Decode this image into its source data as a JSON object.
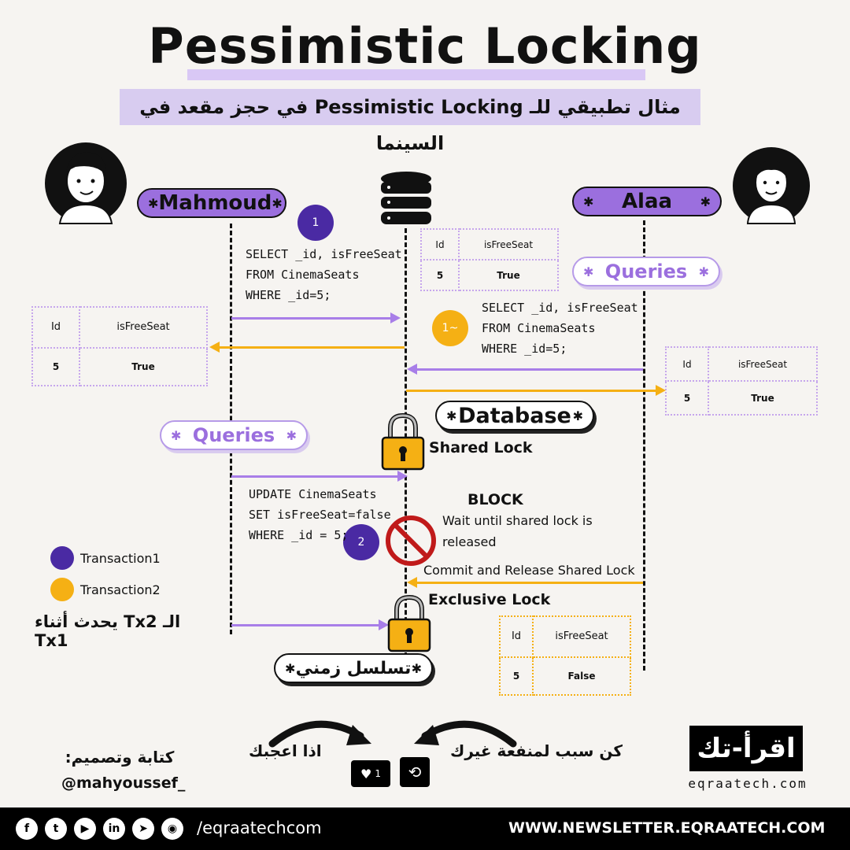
{
  "header": {
    "title": "Pessimistic Locking",
    "subtitle": "مثال تطبيقي للـ Pessimistic Locking في حجز مقعد في السينما"
  },
  "actors": {
    "left": {
      "name": "Mahmoud"
    },
    "right": {
      "name": "Alaa"
    }
  },
  "labels": {
    "queries": "Queries",
    "database": "Database",
    "shared_lock": "Shared Lock",
    "exclusive_lock": "Exclusive Lock",
    "block": "BLOCK",
    "wait_text": "Wait until shared lock is released",
    "commit_text": "Commit and Release Shared Lock",
    "timeline": "تسلسل زمني",
    "tx2_during_tx1": "الـ Tx2 يحدث أثناء Tx1"
  },
  "steps": {
    "step1": "1",
    "step1b": "1~",
    "step2": "2"
  },
  "queries": {
    "select_lines": [
      "SELECT _id, isFreeSeat",
      "FROM CinemaSeats",
      "WHERE _id=5;"
    ],
    "update_lines": [
      "UPDATE CinemaSeats",
      "SET isFreeSeat=false",
      "WHERE _id = 5;"
    ]
  },
  "tables": {
    "header_id": "Id",
    "header_free": "isFreeSeat",
    "row_id": "5",
    "true_value": "True",
    "false_value": "False"
  },
  "legend": {
    "tx1": "Transaction1",
    "tx2": "Transaction2"
  },
  "bottom": {
    "if_liked": "اذا اعجبك",
    "be_useful": "كن سبب لمنفعة غيرك",
    "like_count": "1",
    "credit_label": "كتابة وتصميم:",
    "credit_handle": "@mahyoussef_",
    "brand_logo": "اقرأ-تك",
    "brand_url": "eqraatech.com"
  },
  "footer": {
    "handle": "/eqraatechcom",
    "newsletter": "WWW.NEWSLETTER.EQRAATECH.COM"
  },
  "colors": {
    "purple": "#9b6fde",
    "deep_purple": "#4a2aa3",
    "yellow": "#f5b014",
    "red": "#c01a1a"
  },
  "icons": [
    "database-icon",
    "lock-icon",
    "no-entry-icon",
    "facebook-icon",
    "twitter-icon",
    "youtube-icon",
    "linkedin-icon",
    "telegram-icon",
    "github-icon",
    "heart-icon",
    "retweet-icon"
  ]
}
